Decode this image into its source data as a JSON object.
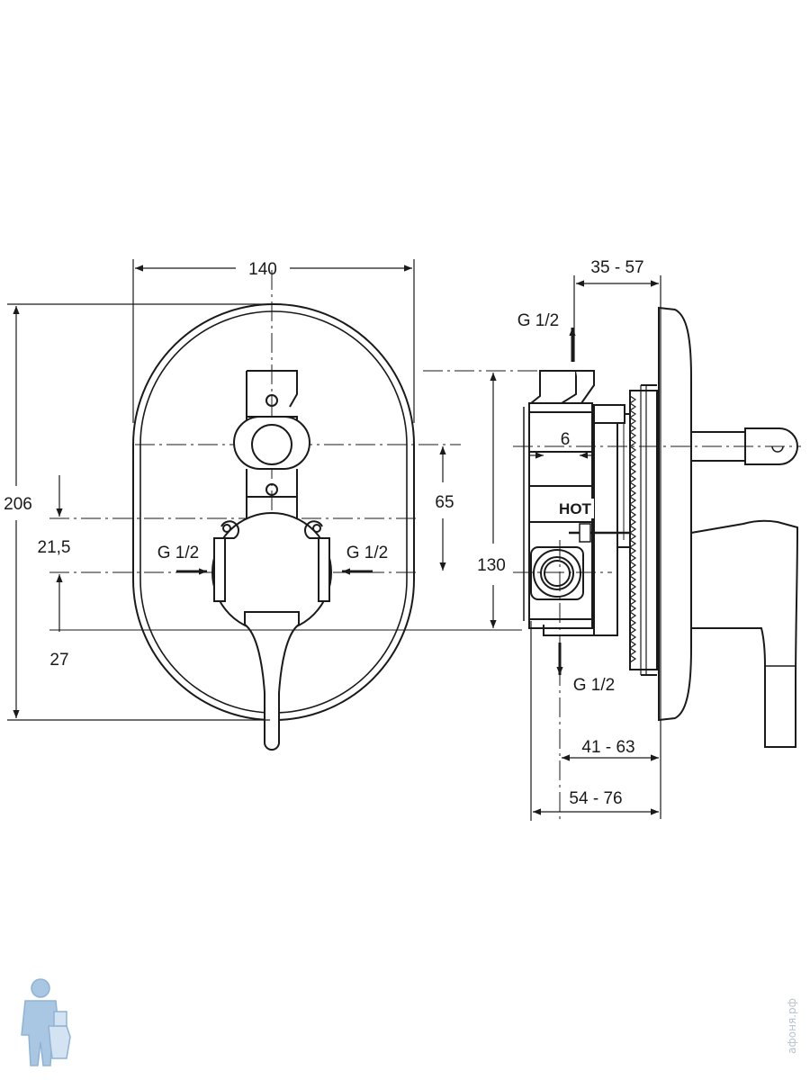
{
  "dimensions": {
    "width_140": "140",
    "height_206": "206",
    "offset_21_5": "21,5",
    "offset_27": "27",
    "offset_65": "65",
    "height_130": "130",
    "depth_35_57": "35 - 57",
    "offset_6": "6",
    "depth_41_63": "41 - 63",
    "depth_54_76": "54 - 76"
  },
  "connections": {
    "left_inlet": "G 1/2",
    "right_inlet": "G 1/2",
    "top_outlet": "G 1/2",
    "bottom_outlet": "G 1/2"
  },
  "markings": {
    "hot": "HOT"
  },
  "watermark": {
    "site": "афоня.рф"
  },
  "icons": {
    "logo": "plumber-mascot-icon",
    "arrow": "arrow-icon"
  },
  "colors": {
    "line": "#1a1a1a",
    "logo": "#8fb3d6"
  }
}
